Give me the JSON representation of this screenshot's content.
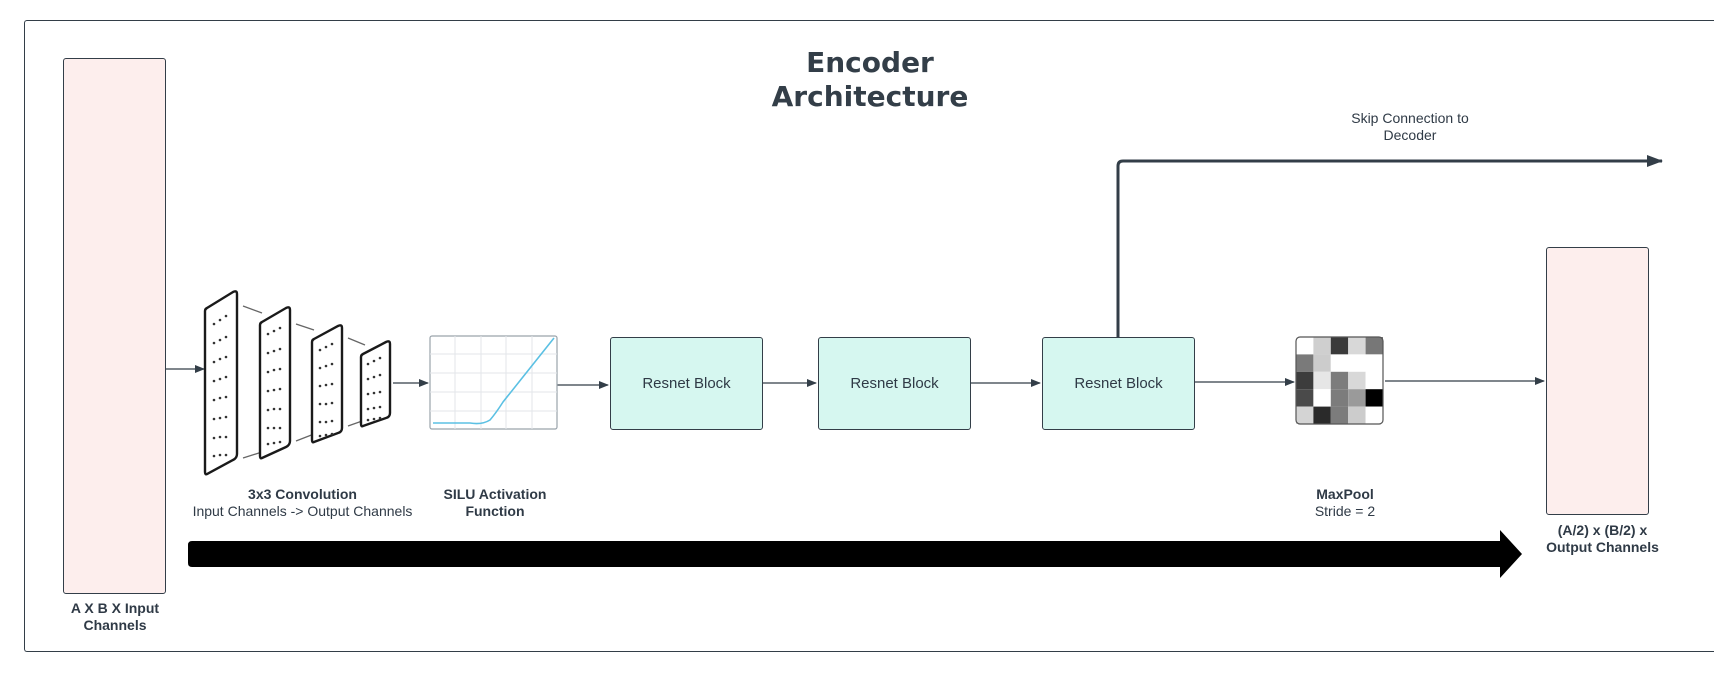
{
  "title": {
    "line1": "Encoder",
    "line2": "Architecture"
  },
  "input": {
    "line1": "A X B X Input",
    "line2": "Channels"
  },
  "output": {
    "line1": "(A/2) x (B/2) x",
    "line2": "Output Channels"
  },
  "conv": {
    "title": "3x3 Convolution",
    "subtitle": "Input Channels -> Output Channels"
  },
  "activation": {
    "line1": "SILU Activation",
    "line2": "Function"
  },
  "resnet_blocks": [
    "Resnet Block",
    "Resnet Block",
    "Resnet Block"
  ],
  "maxpool": {
    "title": "MaxPool",
    "subtitle": "Stride = 2"
  },
  "skip": {
    "line1": "Skip Connection to",
    "line2": "Decoder"
  },
  "colors": {
    "pink": "#fdeeed",
    "teal": "#d6f7f0",
    "stroke": "#333e48",
    "curve": "#5bc0e3"
  },
  "maxpool_grid": [
    [
      "#ffffff",
      "#cfcfcf",
      "#3a3a3a",
      "#d8d8d8",
      "#777777"
    ],
    [
      "#7a7a7a",
      "#cccccc",
      "#ffffff",
      "#ffffff",
      "#ffffff"
    ],
    [
      "#3c3c3c",
      "#e6e6e6",
      "#7c7c7c",
      "#d8d8d8",
      "#ffffff"
    ],
    [
      "#4a4a4a",
      "#ffffff",
      "#7c7c7c",
      "#9a9a9a",
      "#000000"
    ],
    [
      "#d4d4d4",
      "#2a2a2a",
      "#7c7c7c",
      "#cccccc",
      "#ffffff"
    ]
  ]
}
